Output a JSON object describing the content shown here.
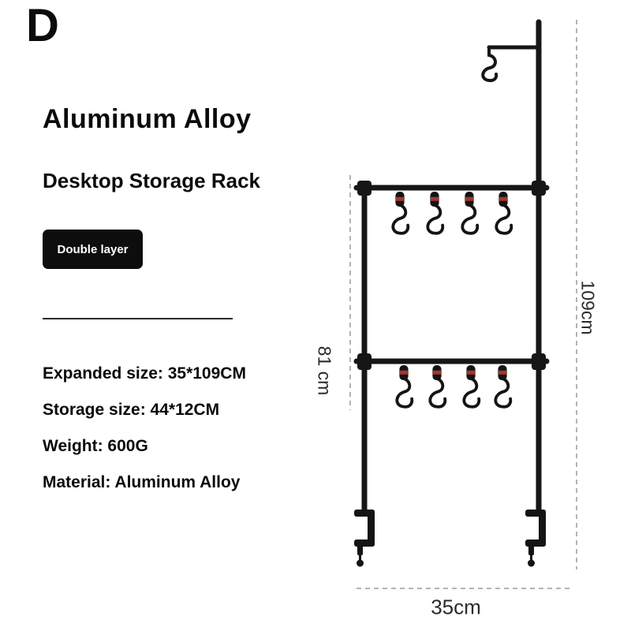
{
  "product": {
    "variant_letter": "D",
    "title": "Aluminum Alloy",
    "subtitle": "Desktop Storage Rack",
    "badge_label": "Double layer",
    "specs": [
      "Expanded size: 35*109CM",
      "Storage size: 44*12CM",
      "Weight: 600G",
      "Material: Aluminum Alloy"
    ]
  },
  "dimensions": {
    "overall_height": "109cm",
    "rack_height": "81 cm",
    "width": "35cm"
  },
  "colors": {
    "text": "#0b0b0b",
    "badge_background": "#0d0d0d",
    "badge_text": "#ffffff",
    "rack_frame": "#161616",
    "hook_strap_accent": "#a63434",
    "dimension_line": "#9a9a9a"
  }
}
